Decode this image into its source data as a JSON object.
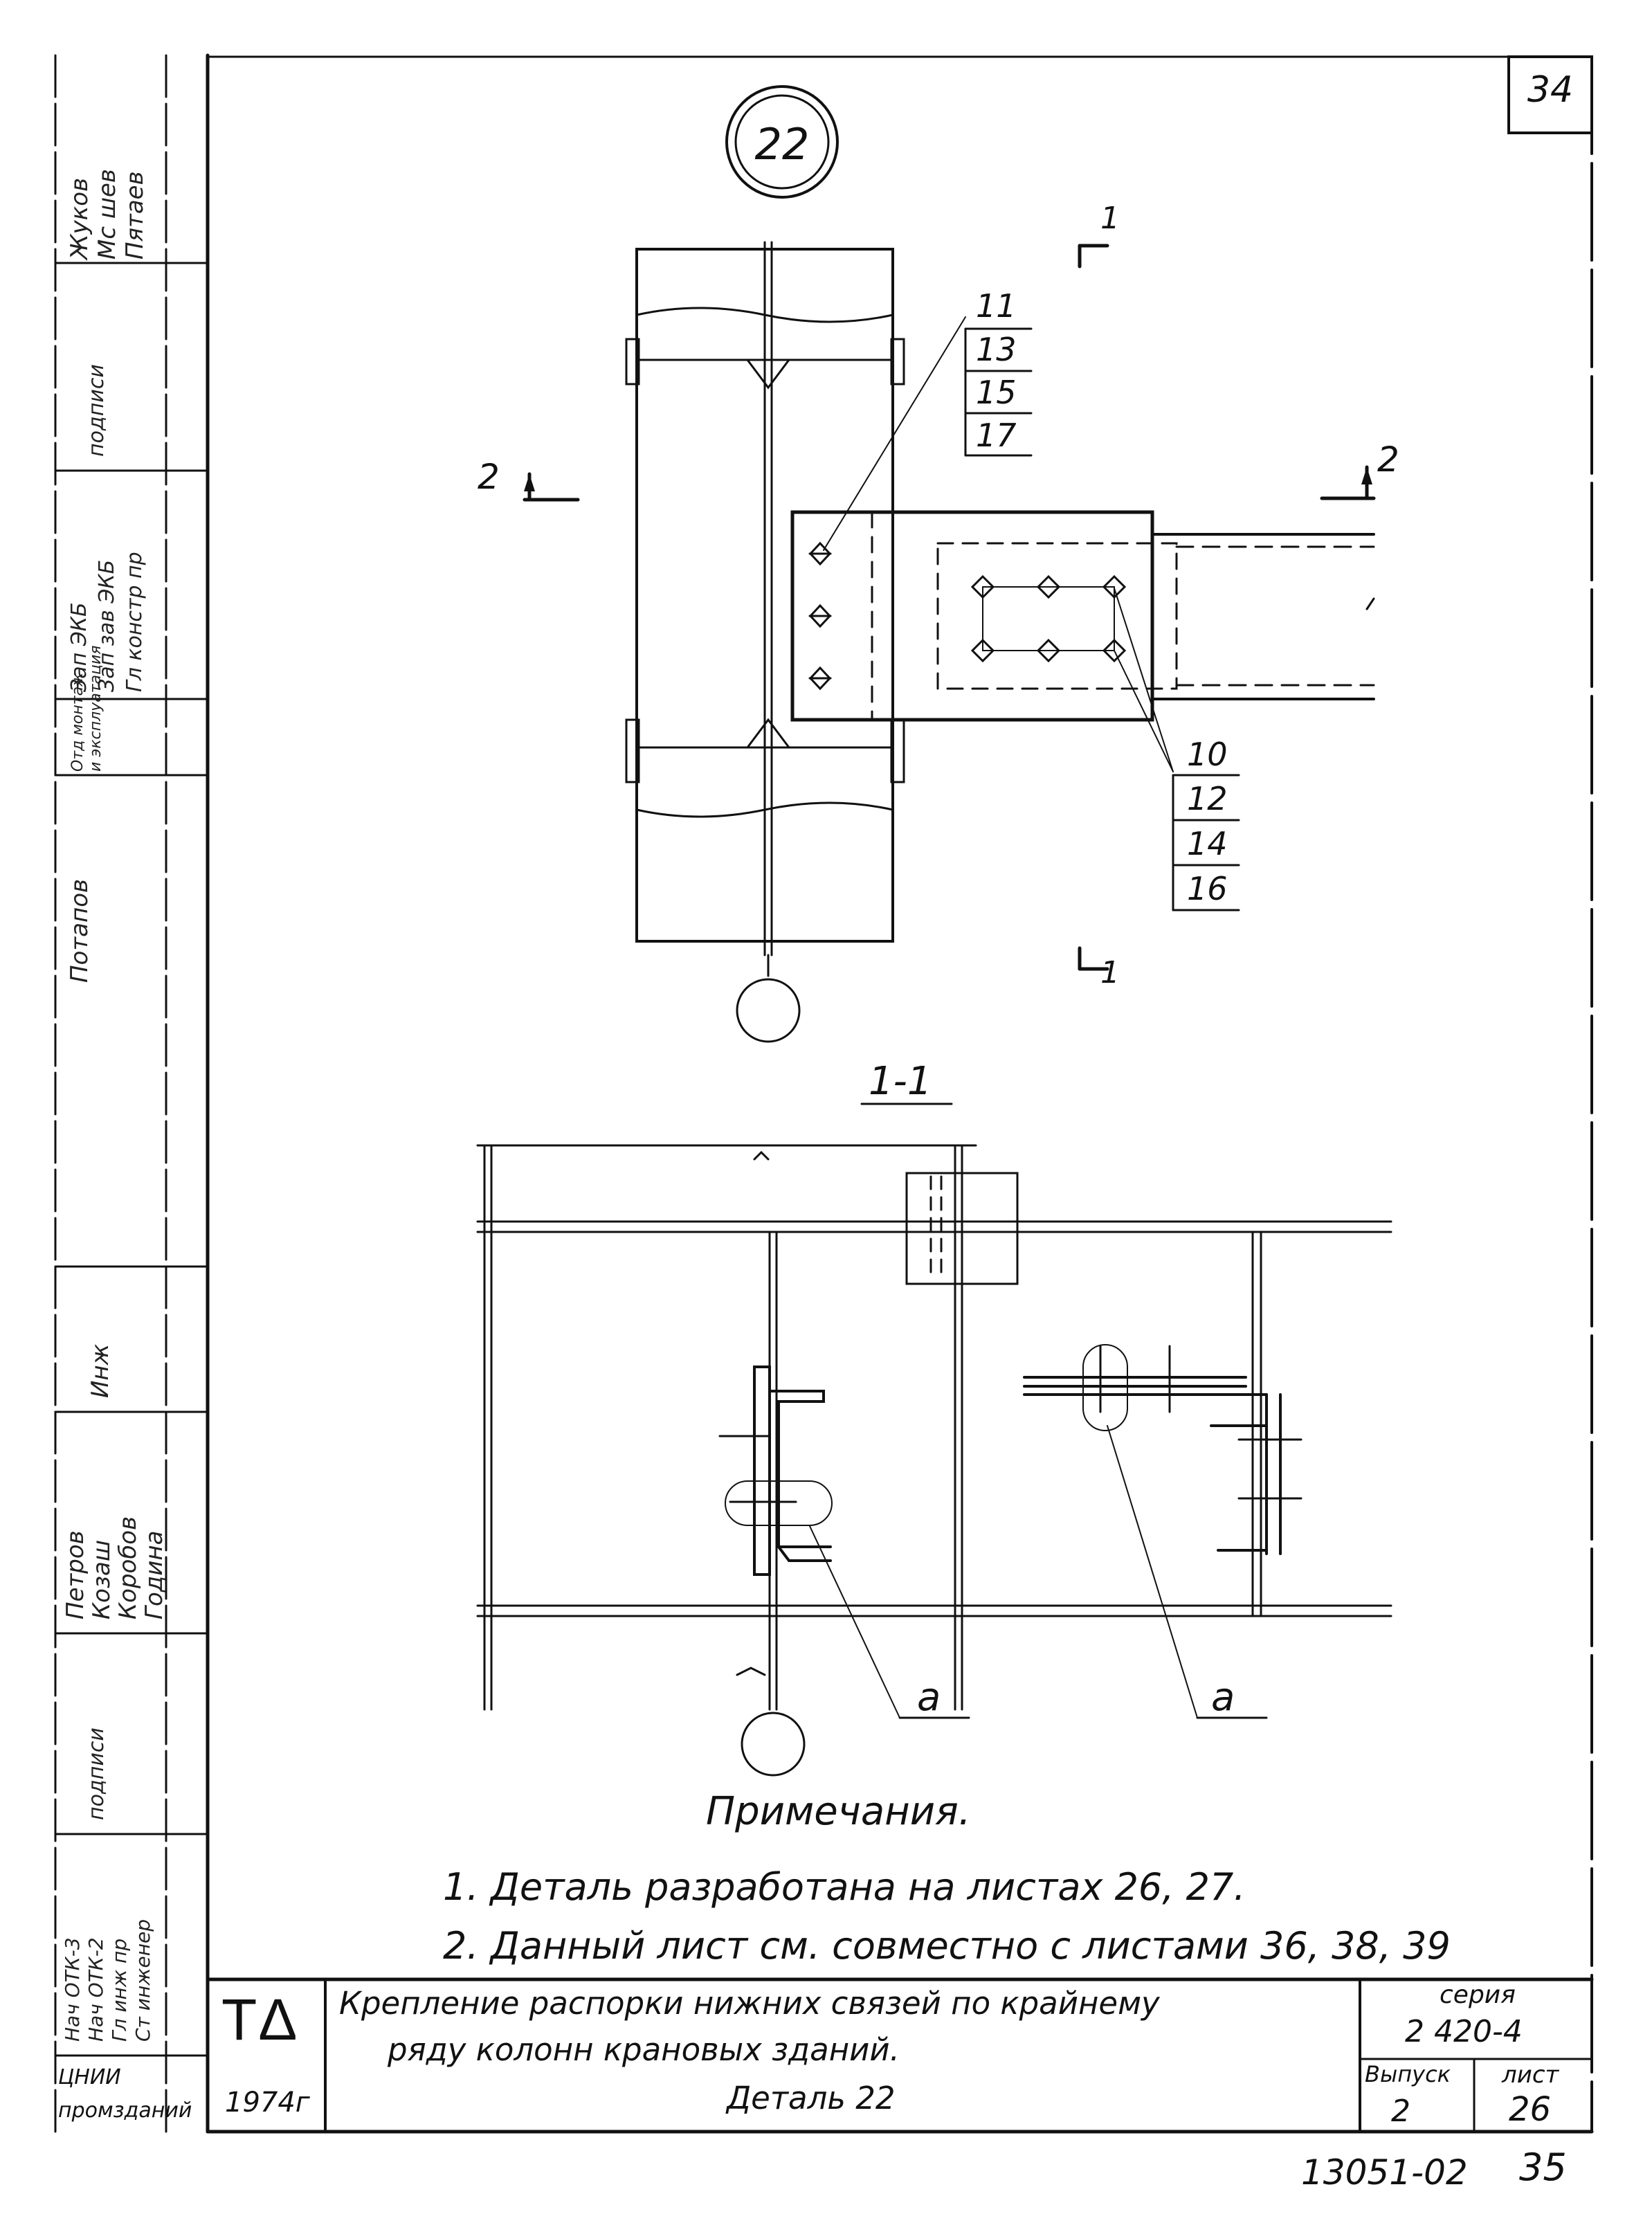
{
  "sheet_corner_number": "34",
  "detail_marker": "22",
  "section_marks": {
    "cut_1": "1",
    "cut_2": "2"
  },
  "part_refs_top": [
    "11",
    "13",
    "15",
    "17"
  ],
  "part_refs_right": [
    "10",
    "12",
    "14",
    "16"
  ],
  "section_title": "1-1",
  "callout_a": "a",
  "notes": {
    "heading": "Примечания.",
    "items": [
      "1. Деталь разработана на листах 26, 27.",
      "2. Данный лист см. совместно с листами 36, 38, 39"
    ]
  },
  "title_block": {
    "org_logo": "ТΔ",
    "year": "1974г",
    "title_lines": [
      "Крепление распорки нижних связей по крайнему",
      "ряду колонн крановых зданий.",
      "Деталь 22"
    ],
    "series_label": "серия",
    "series_value": "2 420-4",
    "issue_label": "Выпуск",
    "issue_value": "2",
    "sheet_label": "лист",
    "sheet_value": "26"
  },
  "left_stamp": {
    "cells": [
      "Жуков\nМс шев\nПятаев",
      "подписи",
      "Зап ЭКБ\nЗап зав ЭКБ\nГл констр пр",
      "Отд монтаж\nи эксплуатация",
      "Потапов",
      "Инж",
      "Петров\nКозаш\nКоробов\nГодина",
      "подписи",
      "Нач ОТК-3\nНач ОТК-2\nГл инж пр\nСт инженер",
      "ЦНИИ\nпромзданий"
    ]
  },
  "bottom_id": "13051-02",
  "page_number": "35"
}
